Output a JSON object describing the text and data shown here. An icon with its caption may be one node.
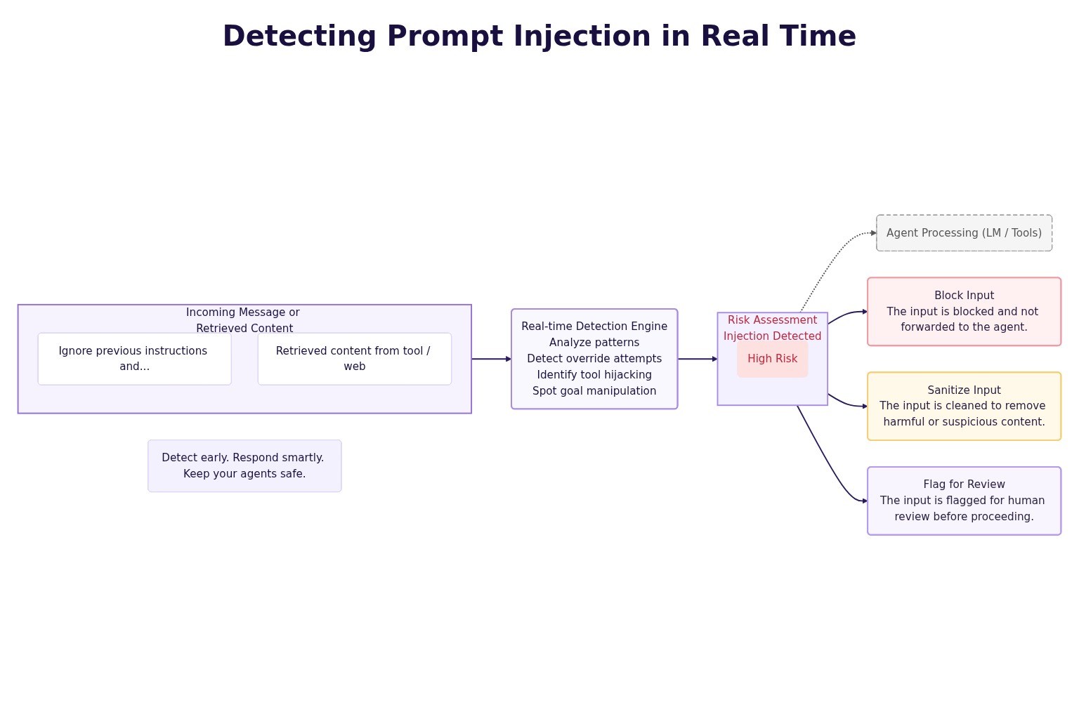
{
  "diagram": {
    "title": "Detecting Prompt Injection in Real Time",
    "nodes": [
      {
        "text": [
          "Incoming Message or Retrieved Content"
        ]
      },
      {
        "text": [
          "Ignore previous instructions and..."
        ],
        "in": 0
      },
      {
        "text": [
          "Retrieved content from tool / web"
        ],
        "in": 0
      },
      {
        "text": [
          "Real-time Detection Engine",
          "Analyze patterns",
          "Detect override attempts",
          "Identify tool hijacking",
          "Spot goal manipulation"
        ]
      },
      {
        "text": [
          "Risk Assessment",
          "Injection Detected"
        ]
      },
      {
        "text": [
          "High Risk"
        ],
        "in": 4
      },
      {
        "text": [
          "Agent Processing (LM / Tools)"
        ]
      },
      {
        "text": [
          "Block Input",
          "The input is blocked and not forwarded to the agent."
        ]
      },
      {
        "text": [
          "Sanitize Input",
          "The input is cleaned to remove harmful or suspicious content."
        ]
      },
      {
        "text": [
          "Flag for Review",
          "The input is flagged for human review before proceeding."
        ]
      },
      {
        "text": [
          "Detect early. Respond smartly. Keep your agents safe."
        ]
      }
    ],
    "edges": [
      {
        "from": 0,
        "to": 3,
        "arrow": "to"
      },
      {
        "from": 3,
        "to": 4,
        "arrow": "to"
      },
      {
        "from": 4,
        "to": 6,
        "arrow": "to",
        "style": "dashed",
        "color": "#555555"
      },
      {
        "from": 4,
        "to": 7,
        "arrow": "to"
      },
      {
        "from": 4,
        "to": 8,
        "arrow": "to"
      },
      {
        "from": 4,
        "to": 9,
        "arrow": "to"
      }
    ]
  }
}
